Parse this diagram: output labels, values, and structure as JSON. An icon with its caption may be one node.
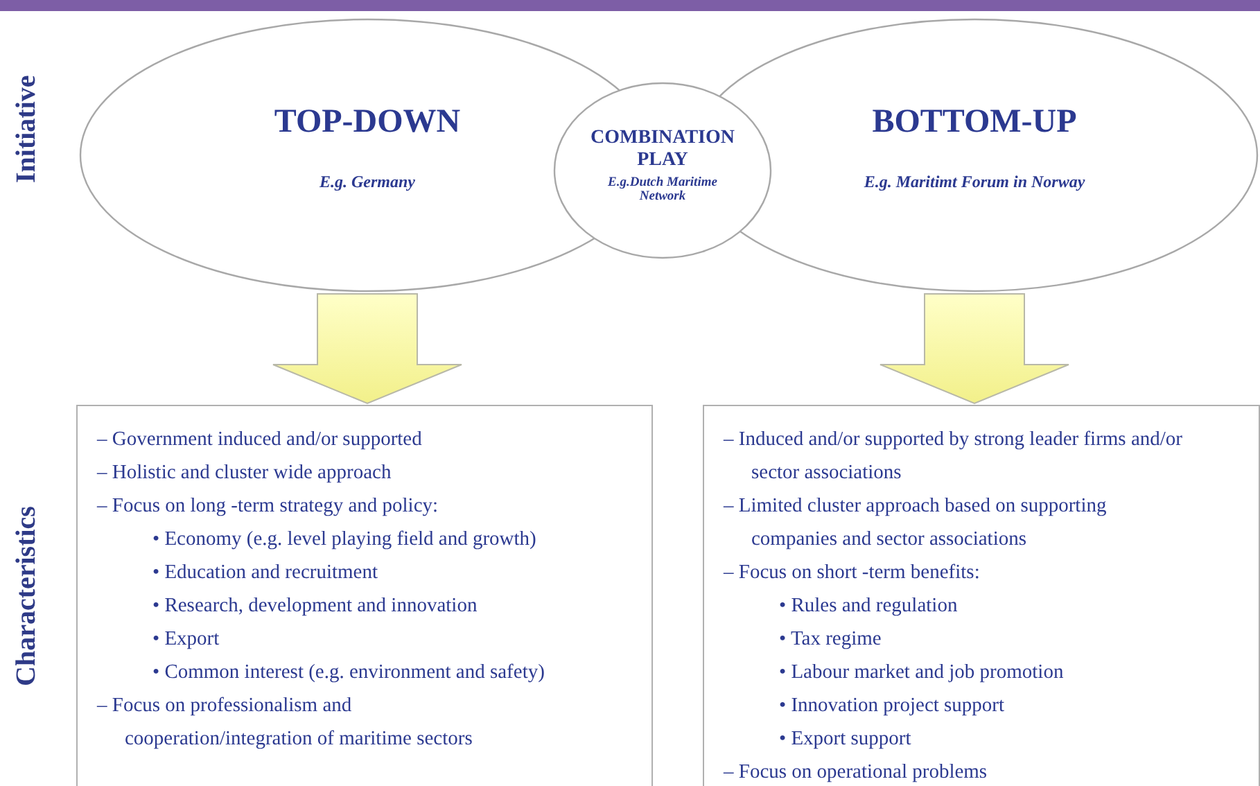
{
  "diagram": {
    "nodes": [
      {
        "text": [
          "TOP-DOWN",
          "E.g. Germany"
        ]
      },
      {
        "text": [
          "COMBINATION PLAY",
          "E.g.Dutch Maritime Network"
        ]
      },
      {
        "text": [
          "BOTTOM-UP",
          "E.g. Maritimt Forum in Norway"
        ]
      },
      {
        "text": [
          "– Government induced and/or supported",
          "– Holistic and cluster wide approach",
          "– Focus on long -term strategy and policy:",
          "• Economy (e.g. level playing field and growth)",
          "• Education and recruitment",
          "• Research, development and innovation",
          "• Export",
          "• Common interest (e.g. environment and safety)",
          "– Focus on professionalism and cooperation/integration of maritime sectors"
        ]
      },
      {
        "text": [
          "– Induced and/or supported by strong leader firms and/or sector associations",
          "– Limited cluster approach based on supporting companies and sector associations",
          "– Focus on short -term benefits:",
          "• Rules and regulation",
          "• Tax regime",
          "• Labour market and job promotion",
          "• Innovation project support",
          "• Export support",
          "– Focus on operational problems"
        ]
      }
    ],
    "edges": [
      {
        "from": 0,
        "to": 3,
        "arrow": "to"
      },
      {
        "from": 2,
        "to": 4,
        "arrow": "to"
      }
    ],
    "labels": [
      "Initiative",
      "Characteristics"
    ]
  }
}
